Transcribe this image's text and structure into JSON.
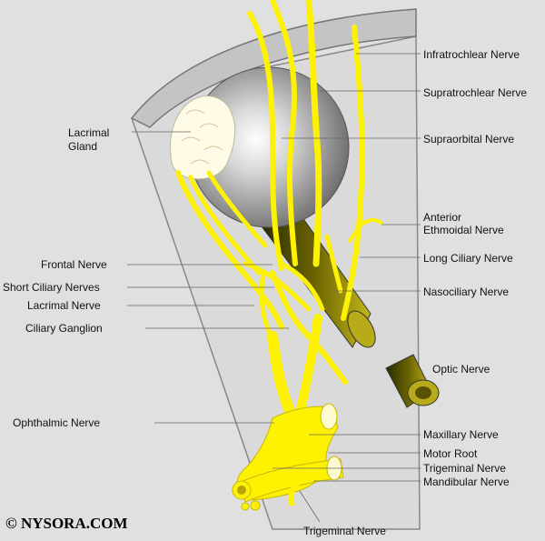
{
  "colors": {
    "background": "#e0e0e0",
    "nerve": "#fff200",
    "nerve_outline": "#c9b800",
    "orbit_frame": "#bdbdbd",
    "eyeball": "#a9a9a9",
    "gland": "#fffbe6",
    "optic_nerve": "#b8ab1a"
  },
  "labels": {
    "infratrochlear": "Infratrochlear  Nerve",
    "supratrochlear": "Supratrochlear  Nerve",
    "supraorbital": "Supraorbital  Nerve",
    "anterior_ethmoidal_line1": "Anterior",
    "anterior_ethmoidal_line2": "Ethmoidal Nerve",
    "long_ciliary": "Long Ciliary  Nerve",
    "nasociliary": "Nasociliary  Nerve",
    "optic": "Optic  Nerve",
    "maxillary": "Maxillary  Nerve",
    "motor_root": "Motor Root",
    "trigeminal_right": "Trigeminal  Nerve",
    "mandibular": "Mandibular  Nerve",
    "trigeminal_bottom": "Trigeminal  Nerve",
    "lacrimal_gland_line1": "Lacrimal",
    "lacrimal_gland_line2": "Gland",
    "frontal": "Frontal Nerve",
    "short_ciliary": "Short Ciliary  Nerves",
    "lacrimal_nerve": "Lacrimal  Nerve",
    "ciliary_ganglion": "Ciliary  Ganglion",
    "ophthalmic": "Ophthalmic  Nerve"
  },
  "copyright": "© NYSORA.COM"
}
